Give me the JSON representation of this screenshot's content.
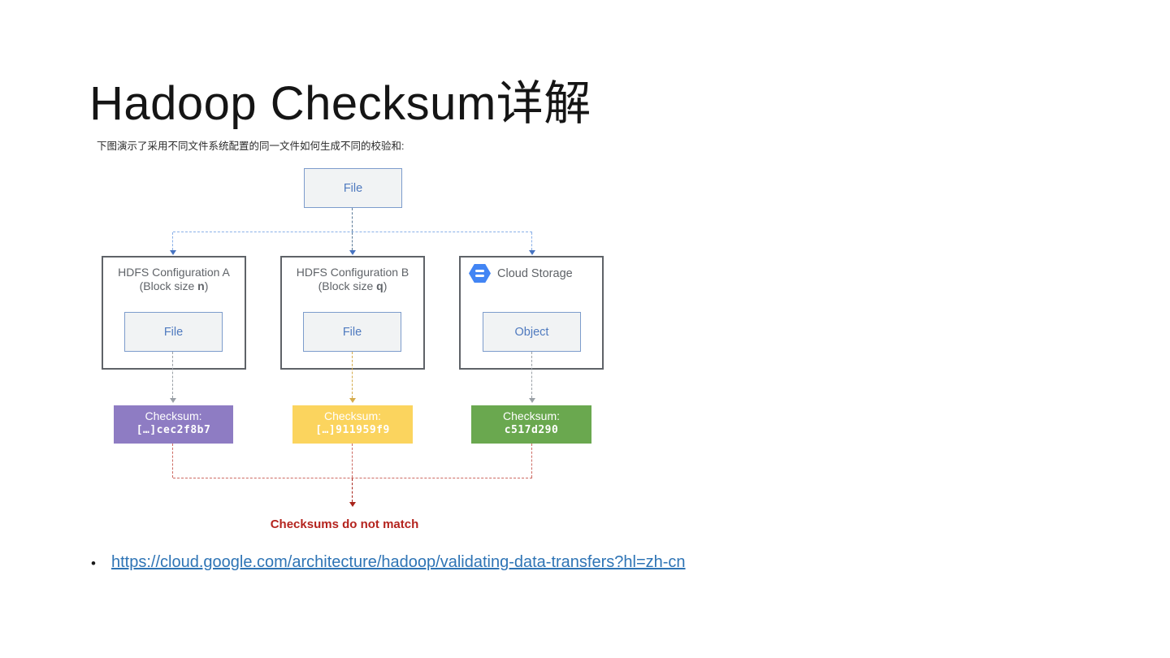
{
  "colors": {
    "accent_blue": "#4285f4",
    "flow_blue_light": "#8ab0e8",
    "flow_blue_dark": "#5c7b99",
    "arrow_blue": "#4673c1",
    "connector_gray": "#9aa0a6",
    "connector_yellow": "#d4ab4c",
    "flow_red_light": "#cd6a62",
    "flow_red_dark": "#a8241a",
    "checksum_purple": "#8e7cc3",
    "checksum_yellow": "#fbd45e",
    "checksum_green": "#6aa84f",
    "alert_red": "#b4231d",
    "link_blue": "#2e74b5"
  },
  "header": {
    "title": "Hadoop Checksum详解",
    "caption": "下图演示了采用不同文件系统配置的同一文件如何生成不同的校验和:"
  },
  "diagram": {
    "top_file_label": "File",
    "systems": [
      {
        "name": "HDFS Configuration A",
        "block_prefix": "(Block size ",
        "block_bold": "n",
        "block_suffix": ")",
        "inner_label": "File"
      },
      {
        "name": "HDFS Configuration B",
        "block_prefix": "(Block size ",
        "block_bold": "q",
        "block_suffix": ")",
        "inner_label": "File"
      },
      {
        "name": "Cloud Storage",
        "icon": "cloud-storage-hexagon-icon",
        "inner_label": "Object"
      }
    ],
    "checksums": [
      {
        "label": "Checksum:",
        "value": "[…]cec2f8b7"
      },
      {
        "label": "Checksum:",
        "value": "[…]911959f9"
      },
      {
        "label": "Checksum:",
        "value": "c517d290"
      }
    ],
    "result_label": "Checksums do not match"
  },
  "footer": {
    "bullet": "•",
    "link_text": "https://cloud.google.com/architecture/hadoop/validating-data-transfers?hl=zh-cn"
  }
}
